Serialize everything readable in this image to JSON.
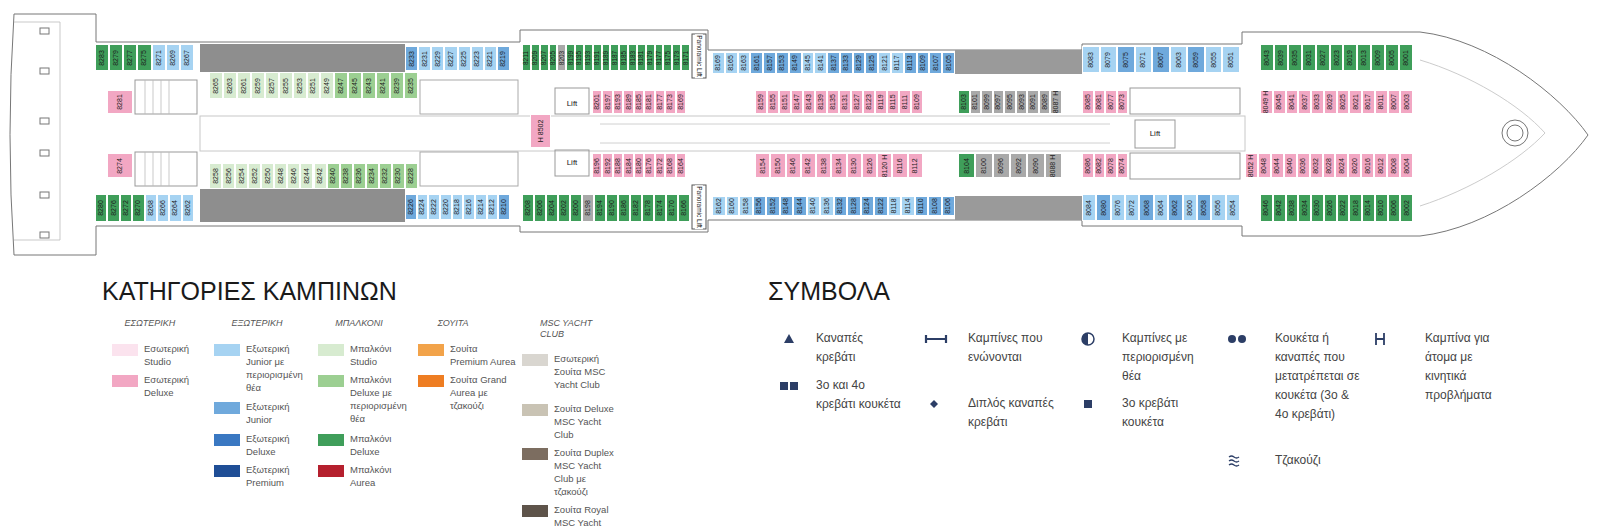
{
  "diagram": {
    "nodes": [
      {
        "text": [
          "8283"
        ]
      },
      {
        "text": [
          "8279"
        ]
      },
      {
        "text": [
          "8277"
        ]
      },
      {
        "text": [
          "8275"
        ]
      },
      {
        "text": [
          "8271"
        ]
      },
      {
        "text": [
          "8269"
        ]
      },
      {
        "text": [
          "8267"
        ]
      },
      {
        "text": [
          "8265"
        ]
      },
      {
        "text": [
          "8263"
        ]
      },
      {
        "text": [
          "8261"
        ]
      },
      {
        "text": [
          "8259"
        ]
      },
      {
        "text": [
          "8257"
        ]
      },
      {
        "text": [
          "8255"
        ]
      },
      {
        "text": [
          "8253"
        ]
      },
      {
        "text": [
          "8251"
        ]
      },
      {
        "text": [
          "8249"
        ]
      },
      {
        "text": [
          "8247"
        ]
      },
      {
        "text": [
          "8245"
        ]
      },
      {
        "text": [
          "8243"
        ]
      },
      {
        "text": [
          "8241"
        ]
      },
      {
        "text": [
          "8239"
        ]
      },
      {
        "text": [
          "8235"
        ]
      },
      {
        "text": [
          "8233"
        ]
      },
      {
        "text": [
          "8231"
        ]
      },
      {
        "text": [
          "8229"
        ]
      },
      {
        "text": [
          "8227"
        ]
      },
      {
        "text": [
          "8225"
        ]
      },
      {
        "text": [
          "8223"
        ]
      },
      {
        "text": [
          "8221"
        ]
      },
      {
        "text": [
          "8219"
        ]
      },
      {
        "text": [
          "8211"
        ]
      },
      {
        "text": [
          "8209"
        ]
      },
      {
        "text": [
          "8207"
        ]
      },
      {
        "text": [
          "8205"
        ]
      },
      {
        "text": [
          "8203"
        ]
      },
      {
        "text": [
          "8199"
        ]
      },
      {
        "text": [
          "8195"
        ]
      },
      {
        "text": [
          "8193"
        ]
      },
      {
        "text": [
          "8191"
        ]
      },
      {
        "text": [
          "8189"
        ]
      },
      {
        "text": [
          "8187"
        ]
      },
      {
        "text": [
          "8185"
        ]
      },
      {
        "text": [
          "8183"
        ]
      },
      {
        "text": [
          "8181"
        ]
      },
      {
        "text": [
          "8179"
        ]
      },
      {
        "text": [
          "8177"
        ]
      },
      {
        "text": [
          "8175"
        ]
      },
      {
        "text": [
          "8173"
        ]
      },
      {
        "text": [
          "8171"
        ]
      },
      {
        "text": [
          "8169"
        ]
      },
      {
        "text": [
          "8165"
        ]
      },
      {
        "text": [
          "8163"
        ]
      },
      {
        "text": [
          "8161"
        ]
      },
      {
        "text": [
          "8157"
        ]
      },
      {
        "text": [
          "8153"
        ]
      },
      {
        "text": [
          "8149"
        ]
      },
      {
        "text": [
          "8145"
        ]
      },
      {
        "text": [
          "8141"
        ]
      },
      {
        "text": [
          "8137"
        ]
      },
      {
        "text": [
          "8133"
        ]
      },
      {
        "text": [
          "8129"
        ]
      },
      {
        "text": [
          "8125"
        ]
      },
      {
        "text": [
          "8121"
        ]
      },
      {
        "text": [
          "8117"
        ]
      },
      {
        "text": [
          "8113"
        ]
      },
      {
        "text": [
          "8109"
        ]
      },
      {
        "text": [
          "8107"
        ]
      },
      {
        "text": [
          "8105"
        ]
      },
      {
        "text": [
          "8083"
        ]
      },
      {
        "text": [
          "8079"
        ]
      },
      {
        "text": [
          "8075"
        ]
      },
      {
        "text": [
          "8071"
        ]
      },
      {
        "text": [
          "8067"
        ]
      },
      {
        "text": [
          "8063"
        ]
      },
      {
        "text": [
          "8059"
        ]
      },
      {
        "text": [
          "8055"
        ]
      },
      {
        "text": [
          "8051"
        ]
      },
      {
        "text": [
          "8043"
        ]
      },
      {
        "text": [
          "8039"
        ]
      },
      {
        "text": [
          "8035"
        ]
      },
      {
        "text": [
          "8031"
        ]
      },
      {
        "text": [
          "8027"
        ]
      },
      {
        "text": [
          "8023"
        ]
      },
      {
        "text": [
          "8019"
        ]
      },
      {
        "text": [
          "8013"
        ]
      },
      {
        "text": [
          "8009"
        ]
      },
      {
        "text": [
          "8005"
        ]
      },
      {
        "text": [
          "8001"
        ]
      },
      {
        "text": [
          "8281"
        ]
      },
      {
        "text": [
          "8201"
        ]
      },
      {
        "text": [
          "8197"
        ]
      },
      {
        "text": [
          "8193"
        ]
      },
      {
        "text": [
          "8189"
        ]
      },
      {
        "text": [
          "8185"
        ]
      },
      {
        "text": [
          "8181"
        ]
      },
      {
        "text": [
          "8177"
        ]
      },
      {
        "text": [
          "8173"
        ]
      },
      {
        "text": [
          "8169"
        ]
      },
      {
        "text": [
          "8159"
        ]
      },
      {
        "text": [
          "8155"
        ]
      },
      {
        "text": [
          "8151"
        ]
      },
      {
        "text": [
          "8147"
        ]
      },
      {
        "text": [
          "8143"
        ]
      },
      {
        "text": [
          "8139"
        ]
      },
      {
        "text": [
          "8135"
        ]
      },
      {
        "text": [
          "8131"
        ]
      },
      {
        "text": [
          "8127"
        ]
      },
      {
        "text": [
          "8123"
        ]
      },
      {
        "text": [
          "8119"
        ]
      },
      {
        "text": [
          "8115"
        ]
      },
      {
        "text": [
          "8111"
        ]
      },
      {
        "text": [
          "8109"
        ]
      },
      {
        "text": [
          "8103"
        ]
      },
      {
        "text": [
          "8101"
        ]
      },
      {
        "text": [
          "8099"
        ]
      },
      {
        "text": [
          "8097"
        ]
      },
      {
        "text": [
          "8095"
        ]
      },
      {
        "text": [
          "8093"
        ]
      },
      {
        "text": [
          "8091"
        ]
      },
      {
        "text": [
          "8089"
        ]
      },
      {
        "text": [
          "8087",
          "H"
        ]
      },
      {
        "text": [
          "8085"
        ]
      },
      {
        "text": [
          "8081"
        ]
      },
      {
        "text": [
          "8077"
        ]
      },
      {
        "text": [
          "8073"
        ]
      },
      {
        "text": [
          "8049",
          "H"
        ]
      },
      {
        "text": [
          "8045"
        ]
      },
      {
        "text": [
          "8041"
        ]
      },
      {
        "text": [
          "8037"
        ]
      },
      {
        "text": [
          "8033"
        ]
      },
      {
        "text": [
          "8029"
        ]
      },
      {
        "text": [
          "8025"
        ]
      },
      {
        "text": [
          "8021"
        ]
      },
      {
        "text": [
          "8017"
        ]
      },
      {
        "text": [
          "8011"
        ]
      },
      {
        "text": [
          "8007"
        ]
      },
      {
        "text": [
          "8003"
        ]
      },
      {
        "text": [
          "H",
          "8502"
        ]
      },
      {
        "text": [
          "8274"
        ]
      },
      {
        "text": [
          "8258"
        ]
      },
      {
        "text": [
          "8256"
        ]
      },
      {
        "text": [
          "8254"
        ]
      },
      {
        "text": [
          "8252"
        ]
      },
      {
        "text": [
          "8250"
        ]
      },
      {
        "text": [
          "8248"
        ]
      },
      {
        "text": [
          "8246"
        ]
      },
      {
        "text": [
          "8244"
        ]
      },
      {
        "text": [
          "8242"
        ]
      },
      {
        "text": [
          "8240"
        ]
      },
      {
        "text": [
          "8238"
        ]
      },
      {
        "text": [
          "8236"
        ]
      },
      {
        "text": [
          "8234"
        ]
      },
      {
        "text": [
          "8232"
        ]
      },
      {
        "text": [
          "8230"
        ]
      },
      {
        "text": [
          "8228"
        ]
      },
      {
        "text": [
          "8196"
        ]
      },
      {
        "text": [
          "8192"
        ]
      },
      {
        "text": [
          "8188"
        ]
      },
      {
        "text": [
          "8184"
        ]
      },
      {
        "text": [
          "8180"
        ]
      },
      {
        "text": [
          "8176"
        ]
      },
      {
        "text": [
          "8172"
        ]
      },
      {
        "text": [
          "8168"
        ]
      },
      {
        "text": [
          "8164"
        ]
      },
      {
        "text": [
          "8154"
        ]
      },
      {
        "text": [
          "8150"
        ]
      },
      {
        "text": [
          "8146"
        ]
      },
      {
        "text": [
          "8142"
        ]
      },
      {
        "text": [
          "8138"
        ]
      },
      {
        "text": [
          "8134"
        ]
      },
      {
        "text": [
          "8130"
        ]
      },
      {
        "text": [
          "8126"
        ]
      },
      {
        "text": [
          "8120",
          "H"
        ]
      },
      {
        "text": [
          "8116"
        ]
      },
      {
        "text": [
          "8112"
        ]
      },
      {
        "text": [
          "8104"
        ]
      },
      {
        "text": [
          "8100"
        ]
      },
      {
        "text": [
          "8096"
        ]
      },
      {
        "text": [
          "8092"
        ]
      },
      {
        "text": [
          "8090"
        ]
      },
      {
        "text": [
          "8088",
          "H"
        ]
      },
      {
        "text": [
          "8086"
        ]
      },
      {
        "text": [
          "8082"
        ]
      },
      {
        "text": [
          "8078"
        ]
      },
      {
        "text": [
          "8074"
        ]
      },
      {
        "text": [
          "8052",
          "H"
        ]
      },
      {
        "text": [
          "8048"
        ]
      },
      {
        "text": [
          "8044"
        ]
      },
      {
        "text": [
          "8040"
        ]
      },
      {
        "text": [
          "8036"
        ]
      },
      {
        "text": [
          "8032"
        ]
      },
      {
        "text": [
          "8028"
        ]
      },
      {
        "text": [
          "8024"
        ]
      },
      {
        "text": [
          "8020"
        ]
      },
      {
        "text": [
          "8016"
        ]
      },
      {
        "text": [
          "8012"
        ]
      },
      {
        "text": [
          "8008"
        ]
      },
      {
        "text": [
          "8004"
        ]
      },
      {
        "text": [
          "8280"
        ]
      },
      {
        "text": [
          "8276"
        ]
      },
      {
        "text": [
          "8272"
        ]
      },
      {
        "text": [
          "8270"
        ]
      },
      {
        "text": [
          "8268"
        ]
      },
      {
        "text": [
          "8266"
        ]
      },
      {
        "text": [
          "8264"
        ]
      },
      {
        "text": [
          "8262"
        ]
      },
      {
        "text": [
          "8226"
        ]
      },
      {
        "text": [
          "8224"
        ]
      },
      {
        "text": [
          "8222"
        ]
      },
      {
        "text": [
          "8220"
        ]
      },
      {
        "text": [
          "8218"
        ]
      },
      {
        "text": [
          "8216"
        ]
      },
      {
        "text": [
          "8214"
        ]
      },
      {
        "text": [
          "8212"
        ]
      },
      {
        "text": [
          "8210"
        ]
      },
      {
        "text": [
          "8208"
        ]
      },
      {
        "text": [
          "8206"
        ]
      },
      {
        "text": [
          "8204"
        ]
      },
      {
        "text": [
          "8202"
        ]
      },
      {
        "text": [
          "8200"
        ]
      },
      {
        "text": [
          "8198"
        ]
      },
      {
        "text": [
          "8194"
        ]
      },
      {
        "text": [
          "8190"
        ]
      },
      {
        "text": [
          "8186"
        ]
      },
      {
        "text": [
          "8182"
        ]
      },
      {
        "text": [
          "8178"
        ]
      },
      {
        "text": [
          "8174"
        ]
      },
      {
        "text": [
          "8170"
        ]
      },
      {
        "text": [
          "8166"
        ]
      },
      {
        "text": [
          "8162"
        ]
      },
      {
        "text": [
          "8160"
        ]
      },
      {
        "text": [
          "8158"
        ]
      },
      {
        "text": [
          "8156"
        ]
      },
      {
        "text": [
          "8152"
        ]
      },
      {
        "text": [
          "8148"
        ]
      },
      {
        "text": [
          "8144"
        ]
      },
      {
        "text": [
          "8140"
        ]
      },
      {
        "text": [
          "8136"
        ]
      },
      {
        "text": [
          "8132"
        ]
      },
      {
        "text": [
          "8128"
        ]
      },
      {
        "text": [
          "8124"
        ]
      },
      {
        "text": [
          "8122"
        ]
      },
      {
        "text": [
          "8118"
        ]
      },
      {
        "text": [
          "8114"
        ]
      },
      {
        "text": [
          "8110"
        ]
      },
      {
        "text": [
          "8108"
        ]
      },
      {
        "text": [
          "8106"
        ]
      },
      {
        "text": [
          "8084"
        ]
      },
      {
        "text": [
          "8080"
        ]
      },
      {
        "text": [
          "8076"
        ]
      },
      {
        "text": [
          "8072"
        ]
      },
      {
        "text": [
          "8068"
        ]
      },
      {
        "text": [
          "8064"
        ]
      },
      {
        "text": [
          "8062"
        ]
      },
      {
        "text": [
          "8060"
        ]
      },
      {
        "text": [
          "8058"
        ]
      },
      {
        "text": [
          "8056"
        ]
      },
      {
        "text": [
          "8054"
        ]
      },
      {
        "text": [
          "8046"
        ]
      },
      {
        "text": [
          "8042"
        ]
      },
      {
        "text": [
          "8038"
        ]
      },
      {
        "text": [
          "8034"
        ]
      },
      {
        "text": [
          "8030"
        ]
      },
      {
        "text": [
          "8026"
        ]
      },
      {
        "text": [
          "8022"
        ]
      },
      {
        "text": [
          "8018"
        ]
      },
      {
        "text": [
          "8014"
        ]
      },
      {
        "text": [
          "8010"
        ]
      },
      {
        "text": [
          "8006"
        ]
      },
      {
        "text": [
          "8002"
        ]
      }
    ],
    "labels": [
      "ΚΑΤΗΓΟΡΙΕΣ ΚΑΜΠΙΝΩΝ",
      "ΕΣΩΤΕΡΙΚΗ",
      "ΕΞΩΤΕΡΙΚΗ",
      "ΜΠΑΛΚΟΝΙ",
      "ΣΟΥΙΤΑ",
      "MSC YACHT CLUB",
      "ΣΥΜΒΟΛΑ",
      "Lift",
      "Lift",
      "Lift",
      "Panoramic Lift",
      "Panoramic Lift"
    ],
    "legend": [
      {
        "text": "Εσωτερική Studio",
        "color": "#fbe3ee"
      },
      {
        "text": "Εσωτερική Deluxe",
        "color": "#f2a7c3"
      },
      {
        "text": "Εξωτερική Junior με περιορισμένη θέα",
        "color": "#a6d3f2"
      },
      {
        "text": "Εξωτερική Junior",
        "color": "#6fa9dc"
      },
      {
        "text": "Εξωτερική Deluxe",
        "color": "#3a78c2"
      },
      {
        "text": "Εξωτερική Premium",
        "color": "#1f4e96"
      },
      {
        "text": "Μπαλκόνι Studio",
        "color": "#d7ebd0"
      },
      {
        "text": "Μπαλκόνι Deluxe με περιορισμένη θέα",
        "color": "#9ccf92"
      },
      {
        "text": "Μπαλκόνι Deluxe",
        "color": "#3f9e5a"
      },
      {
        "text": "Μπαλκόνι Aurea",
        "color": "#b5202e"
      },
      {
        "text": "Σουίτα Premium Aurea",
        "color": "#f2a34a"
      },
      {
        "text": "Σουίτα Grand Aurea με τζακούζι",
        "color": "#ee7d22"
      },
      {
        "text": "Εσωτερική Σουίτα MSC Yacht Club",
        "color": "#d9d6d0"
      },
      {
        "text": "Σουίτα Deluxe MSC Yacht Club",
        "color": "#c9c3b4"
      },
      {
        "text": "Σουίτα Duplex MSC Yacht Club με τζακούζι",
        "color": "#7c6d60"
      },
      {
        "text": "Σουίτα Royal MSC Yacht",
        "color": "#5e544a"
      },
      {
        "text": "Καναπές κρεβάτι"
      },
      {
        "text": "3ο και 4ο κρεβάτι κουκέτα"
      },
      {
        "text": "Καμπίνες που ενώνονται"
      },
      {
        "text": "Διπλός καναπές κρεβάτι"
      },
      {
        "text": "Καμπίνες με περιορισμένη θέα"
      },
      {
        "text": "3ο κρεβάτι κουκέτα"
      },
      {
        "text": "Κουκέτα ή καναπές που μετατρέπεται σε κουκέτα (3ο & 4ο κρεβάτι)"
      },
      {
        "text": "Τζακούζι"
      },
      {
        "text": "Καμπίνα για άτομα με κινητικά προβλήματα"
      }
    ]
  }
}
